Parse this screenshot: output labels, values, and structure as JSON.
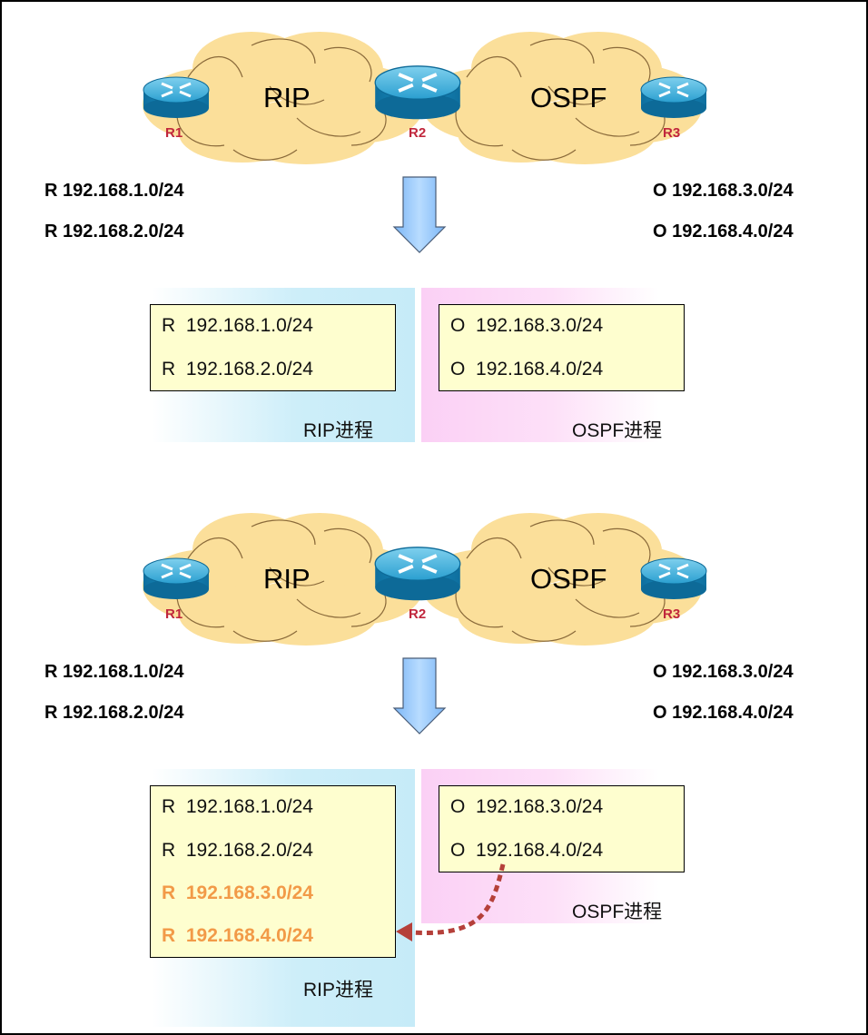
{
  "panels": [
    {
      "networks": {
        "rip": "RIP",
        "ospf": "OSPF"
      },
      "routers": {
        "r1": "R1",
        "r2": "R2",
        "r3": "R3"
      },
      "left_routes": [
        "R 192.168.1.0/24",
        "R 192.168.2.0/24"
      ],
      "right_routes": [
        "O 192.168.3.0/24",
        "O 192.168.4.0/24"
      ],
      "rip_table": [
        {
          "code": "R",
          "prefix": "192.168.1.0/24"
        },
        {
          "code": "R",
          "prefix": "192.168.2.0/24"
        }
      ],
      "ospf_table": [
        {
          "code": "O",
          "prefix": "192.168.3.0/24"
        },
        {
          "code": "O",
          "prefix": "192.168.4.0/24"
        }
      ],
      "rip_process": "RIP进程",
      "ospf_process": "OSPF进程"
    },
    {
      "networks": {
        "rip": "RIP",
        "ospf": "OSPF"
      },
      "routers": {
        "r1": "R1",
        "r2": "R2",
        "r3": "R3"
      },
      "left_routes": [
        "R 192.168.1.0/24",
        "R 192.168.2.0/24"
      ],
      "right_routes": [
        "O 192.168.3.0/24",
        "O 192.168.4.0/24"
      ],
      "rip_table": [
        {
          "code": "R",
          "prefix": "192.168.1.0/24"
        },
        {
          "code": "R",
          "prefix": "192.168.2.0/24"
        },
        {
          "code": "R",
          "prefix": "192.168.3.0/24",
          "imported": true
        },
        {
          "code": "R",
          "prefix": "192.168.4.0/24",
          "imported": true
        }
      ],
      "ospf_table": [
        {
          "code": "O",
          "prefix": "192.168.3.0/24"
        },
        {
          "code": "O",
          "prefix": "192.168.4.0/24"
        }
      ],
      "rip_process": "RIP进程",
      "ospf_process": "OSPF进程"
    }
  ],
  "colors": {
    "cloud": "#fbdf9a",
    "router": "#1a8fc4",
    "router_label": "#c0263c",
    "imported_route": "#f29a48",
    "redistribution_arrow": "#b5403a",
    "down_arrow": "#9bcbfc"
  }
}
